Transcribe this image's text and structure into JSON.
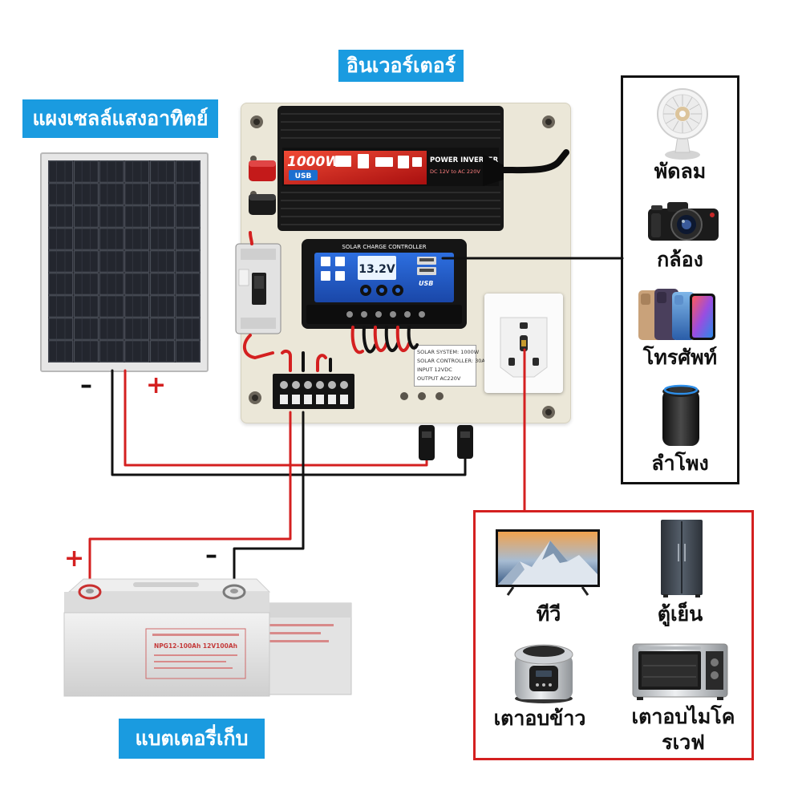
{
  "title_labels": {
    "inverter": "อินเวอร์เตอร์",
    "solar_panel": "แผงเซลล์แสงอาทิตย์",
    "battery": "แบตเตอรี่เก็บ"
  },
  "polarity": {
    "panel_negative": "–",
    "panel_positive": "+",
    "battery_positive": "+",
    "battery_negative": "–"
  },
  "inverter": {
    "power": "1000W",
    "usb": "USB",
    "title": "POWER INVERTER",
    "subtitle": "DC 12V to AC 220V"
  },
  "charge_controller": {
    "title": "SOLAR CHARGE CONTROLLER",
    "display": "13.2V",
    "usb": "USB"
  },
  "spec_label": {
    "lines": [
      "SOLAR SYSTEM: 1000W",
      "SOLAR CONTROLLER: 30A",
      "INPUT 12VDC",
      "OUTPUT AC220V"
    ]
  },
  "battery": {
    "model": "NPG12-100Ah 12V100Ah"
  },
  "usb_devices": [
    {
      "label": "พัดลม",
      "icon": "fan-icon"
    },
    {
      "label": "กล้อง",
      "icon": "camera-icon"
    },
    {
      "label": "โทรศัพท์",
      "icon": "smartphones-icon"
    },
    {
      "label": "ลำโพง",
      "icon": "smart-speaker-icon"
    }
  ],
  "ac_appliances": [
    {
      "label": "ทีวี",
      "icon": "tv-icon"
    },
    {
      "label": "ตู้เย็น",
      "icon": "refrigerator-icon"
    },
    {
      "label": "เตาอบข้าว",
      "icon": "rice-cooker-icon"
    },
    {
      "label_lines": [
        "เตาอบไมโค",
        "รเวฟ"
      ],
      "icon": "microwave-oven-icon"
    }
  ],
  "colors": {
    "label_background": "#1a9be0",
    "label_text": "#ffffff",
    "wire_positive": "#d42020",
    "wire_negative": "#111111",
    "usb_devices_border": "#111111",
    "ac_appliances_border": "#d42020"
  }
}
